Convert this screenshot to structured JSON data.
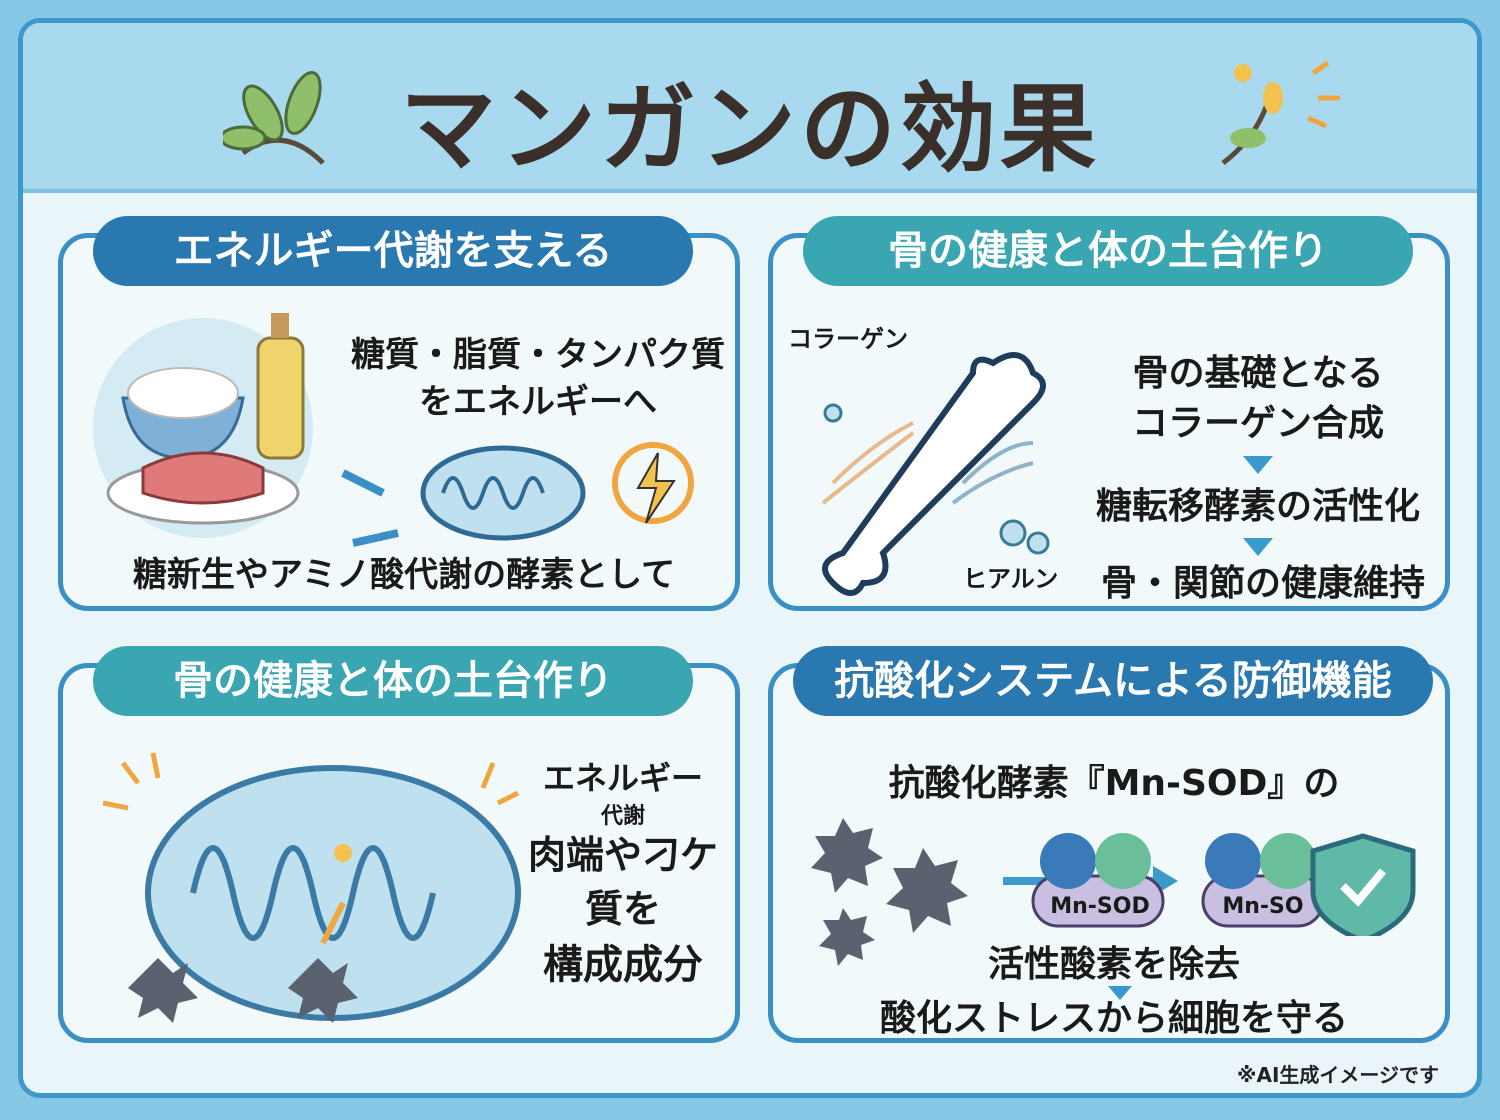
{
  "title": "マンガンの効果",
  "panels": {
    "energy": {
      "header": "エネルギー代謝を支える",
      "line1": "糖質・脂質・タンパク質",
      "line2": "をエネルギーへ",
      "bottom": "糖新生やアミノ酸代謝の酵素として"
    },
    "bone": {
      "header": "骨の健康と体の土台作り",
      "label_collagen": "コラーゲン",
      "label_hyaluron": "ヒアルン",
      "step1a": "骨の基礎となる",
      "step1b": "コラーゲン合成",
      "step2": "糖転移酵素の活性化",
      "step3": "骨・関節の健康維持"
    },
    "mito": {
      "header": "骨の健康と体の土台作り",
      "line1": "エネルギー",
      "line2": "代謝",
      "line3": "肉端や刁ケ",
      "line4": "質を",
      "line5": "構成成分"
    },
    "antiox": {
      "header": "抗酸化システムによる防御機能",
      "line1": "抗酸化酵素『Mn-SOD』の",
      "enzyme1": "Mn-SOD",
      "enzyme2": "Mn-SO",
      "line2": "活性酸素を除去",
      "line3": "酸化ストレスから細胞を守る"
    }
  },
  "footnote": "※AI生成イメージです",
  "colors": {
    "frame": "#3f98cc",
    "header_dark": "#2a78b0",
    "header_teal": "#3aa6b2",
    "title": "#3b2f2a"
  }
}
